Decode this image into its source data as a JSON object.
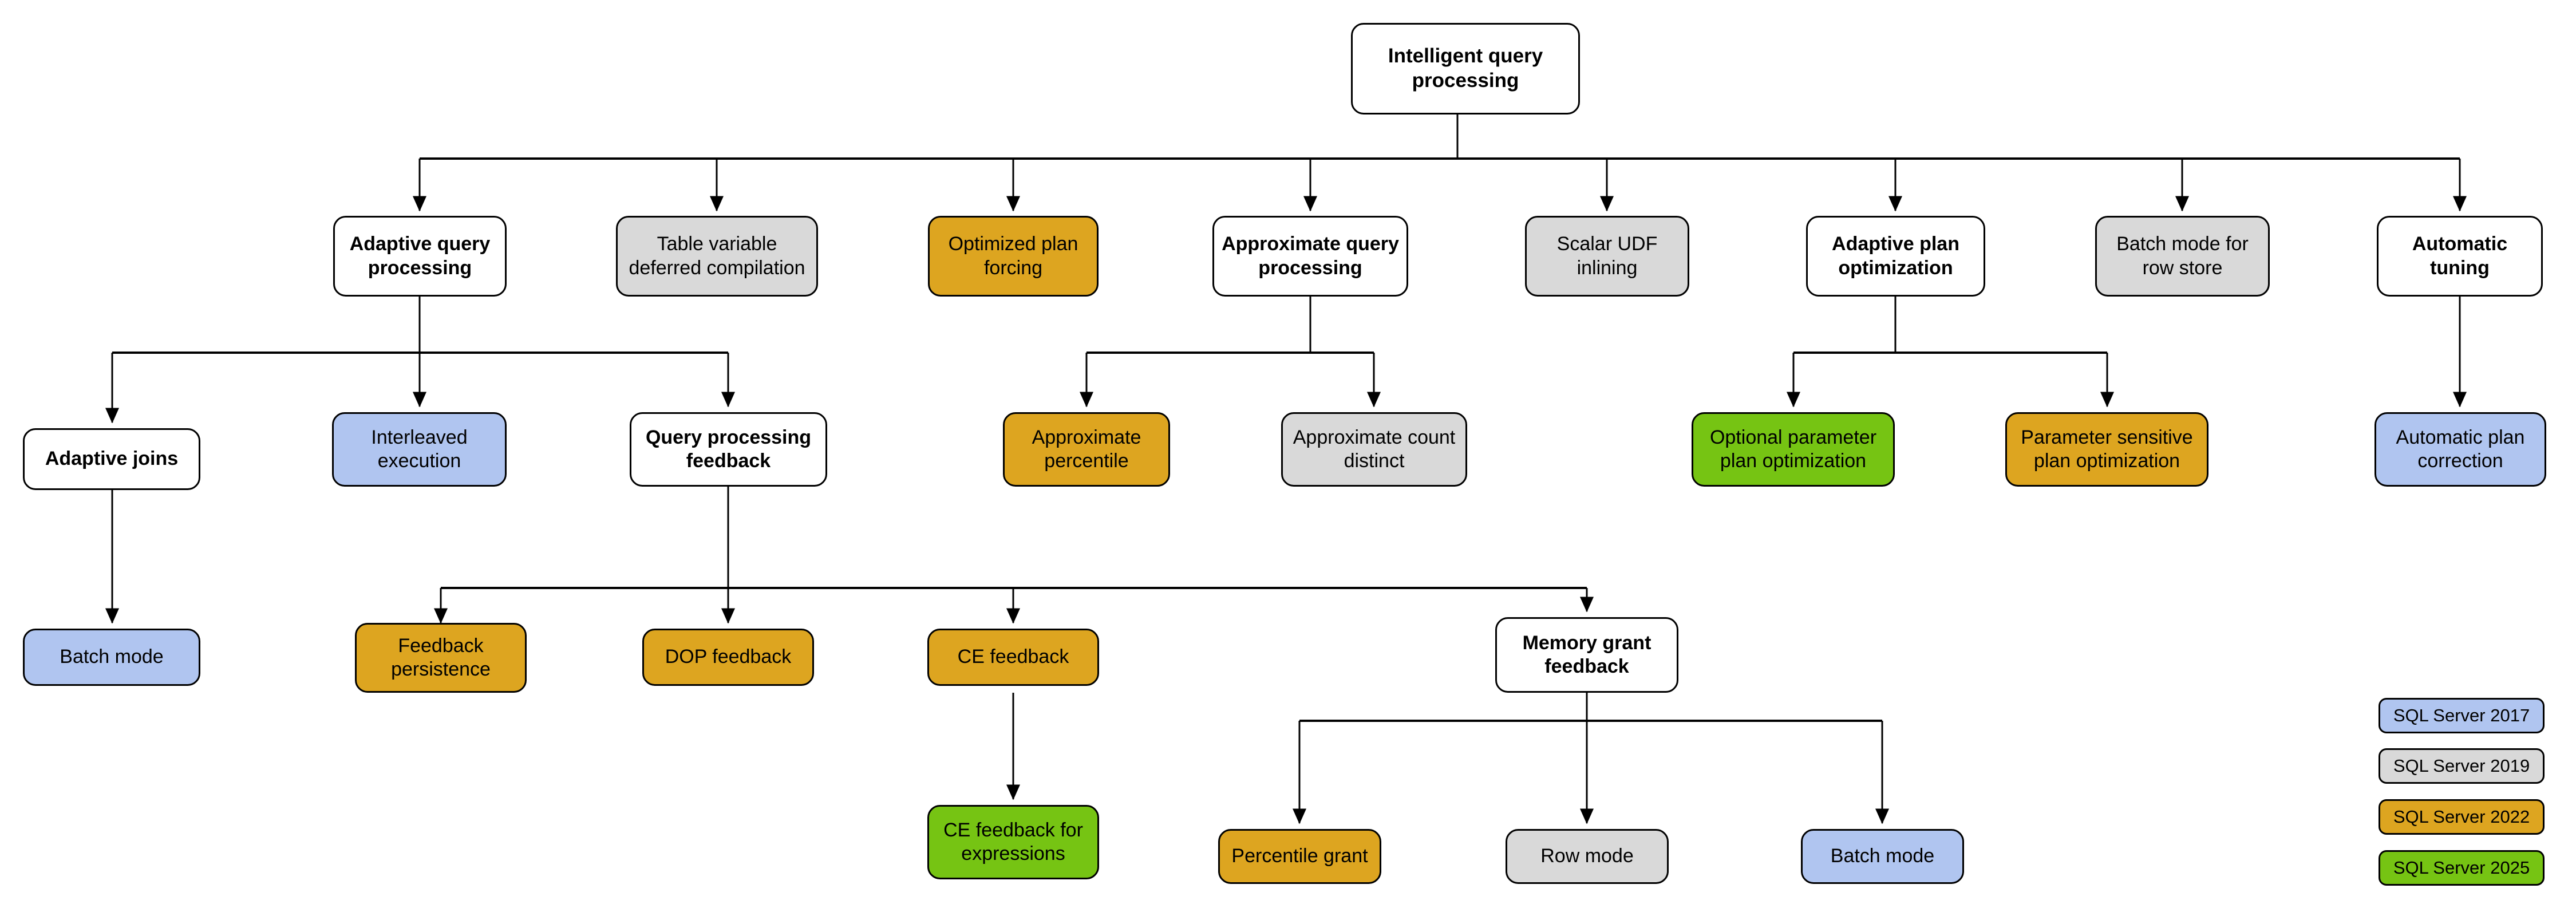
{
  "diagram": {
    "title": "Intelligent query processing",
    "type": "tree-hierarchy",
    "background": "#ffffff",
    "palette": {
      "white": "#ffffff",
      "gray": "#d9d9d9",
      "orange": "#dda520",
      "blue": "#b0c5f0",
      "green": "#76c413",
      "border": "#000000"
    }
  },
  "nodes": {
    "root": {
      "label": "Intelligent query processing",
      "fill": "white"
    },
    "adaptive_query_processing": {
      "label": "Adaptive query processing",
      "fill": "white"
    },
    "table_variable_deferred_compilation": {
      "label": "Table variable deferred compilation",
      "fill": "gray"
    },
    "optimized_plan_forcing": {
      "label": "Optimized plan forcing",
      "fill": "orange"
    },
    "approximate_query_processing": {
      "label": "Approximate query processing",
      "fill": "white"
    },
    "scalar_udf_inlining": {
      "label": "Scalar UDF inlining",
      "fill": "gray"
    },
    "adaptive_plan_optimization": {
      "label": "Adaptive plan optimization",
      "fill": "white"
    },
    "batch_mode_for_row_store": {
      "label": "Batch mode for row store",
      "fill": "gray"
    },
    "automatic_tuning": {
      "label": "Automatic tuning",
      "fill": "white"
    },
    "adaptive_joins": {
      "label": "Adaptive joins",
      "fill": "white"
    },
    "interleaved_execution": {
      "label": "Interleaved execution",
      "fill": "blue"
    },
    "query_processing_feedback": {
      "label": "Query processing feedback",
      "fill": "white"
    },
    "approximate_percentile": {
      "label": "Approximate percentile",
      "fill": "orange"
    },
    "approximate_count_distinct": {
      "label": "Approximate count distinct",
      "fill": "gray"
    },
    "optional_parameter_plan_optimization": {
      "label": "Optional parameter plan optimization",
      "fill": "green"
    },
    "parameter_sensitive_plan_optimization": {
      "label": "Parameter sensitive plan optimization",
      "fill": "orange"
    },
    "automatic_plan_correction": {
      "label": "Automatic plan correction",
      "fill": "blue"
    },
    "batch_mode_adaptive_joins": {
      "label": "Batch mode",
      "fill": "blue"
    },
    "feedback_persistence": {
      "label": "Feedback persistence",
      "fill": "orange"
    },
    "dop_feedback": {
      "label": "DOP feedback",
      "fill": "orange"
    },
    "ce_feedback": {
      "label": "CE feedback",
      "fill": "orange"
    },
    "memory_grant_feedback": {
      "label": "Memory grant feedback",
      "fill": "white"
    },
    "ce_feedback_for_expressions": {
      "label": "CE feedback for expressions",
      "fill": "green"
    },
    "percentile_grant": {
      "label": "Percentile grant",
      "fill": "orange"
    },
    "row_mode": {
      "label": "Row mode",
      "fill": "gray"
    },
    "batch_mode_memory_grant": {
      "label": "Batch mode",
      "fill": "blue"
    }
  },
  "legend": {
    "items": [
      {
        "label": "SQL Server 2017",
        "fill": "blue"
      },
      {
        "label": "SQL Server 2019",
        "fill": "gray"
      },
      {
        "label": "SQL Server 2022",
        "fill": "orange"
      },
      {
        "label": "SQL Server 2025",
        "fill": "green"
      }
    ]
  },
  "edges": [
    {
      "from": "root",
      "to": "adaptive_query_processing"
    },
    {
      "from": "root",
      "to": "table_variable_deferred_compilation"
    },
    {
      "from": "root",
      "to": "optimized_plan_forcing"
    },
    {
      "from": "root",
      "to": "approximate_query_processing"
    },
    {
      "from": "root",
      "to": "scalar_udf_inlining"
    },
    {
      "from": "root",
      "to": "adaptive_plan_optimization"
    },
    {
      "from": "root",
      "to": "batch_mode_for_row_store"
    },
    {
      "from": "root",
      "to": "automatic_tuning"
    },
    {
      "from": "adaptive_query_processing",
      "to": "adaptive_joins"
    },
    {
      "from": "adaptive_query_processing",
      "to": "interleaved_execution"
    },
    {
      "from": "adaptive_query_processing",
      "to": "query_processing_feedback"
    },
    {
      "from": "approximate_query_processing",
      "to": "approximate_percentile"
    },
    {
      "from": "approximate_query_processing",
      "to": "approximate_count_distinct"
    },
    {
      "from": "adaptive_plan_optimization",
      "to": "optional_parameter_plan_optimization"
    },
    {
      "from": "adaptive_plan_optimization",
      "to": "parameter_sensitive_plan_optimization"
    },
    {
      "from": "automatic_tuning",
      "to": "automatic_plan_correction"
    },
    {
      "from": "adaptive_joins",
      "to": "batch_mode_adaptive_joins"
    },
    {
      "from": "query_processing_feedback",
      "to": "feedback_persistence"
    },
    {
      "from": "query_processing_feedback",
      "to": "dop_feedback"
    },
    {
      "from": "query_processing_feedback",
      "to": "ce_feedback"
    },
    {
      "from": "query_processing_feedback",
      "to": "memory_grant_feedback"
    },
    {
      "from": "ce_feedback",
      "to": "ce_feedback_for_expressions"
    },
    {
      "from": "memory_grant_feedback",
      "to": "percentile_grant"
    },
    {
      "from": "memory_grant_feedback",
      "to": "row_mode"
    },
    {
      "from": "memory_grant_feedback",
      "to": "batch_mode_memory_grant"
    }
  ]
}
